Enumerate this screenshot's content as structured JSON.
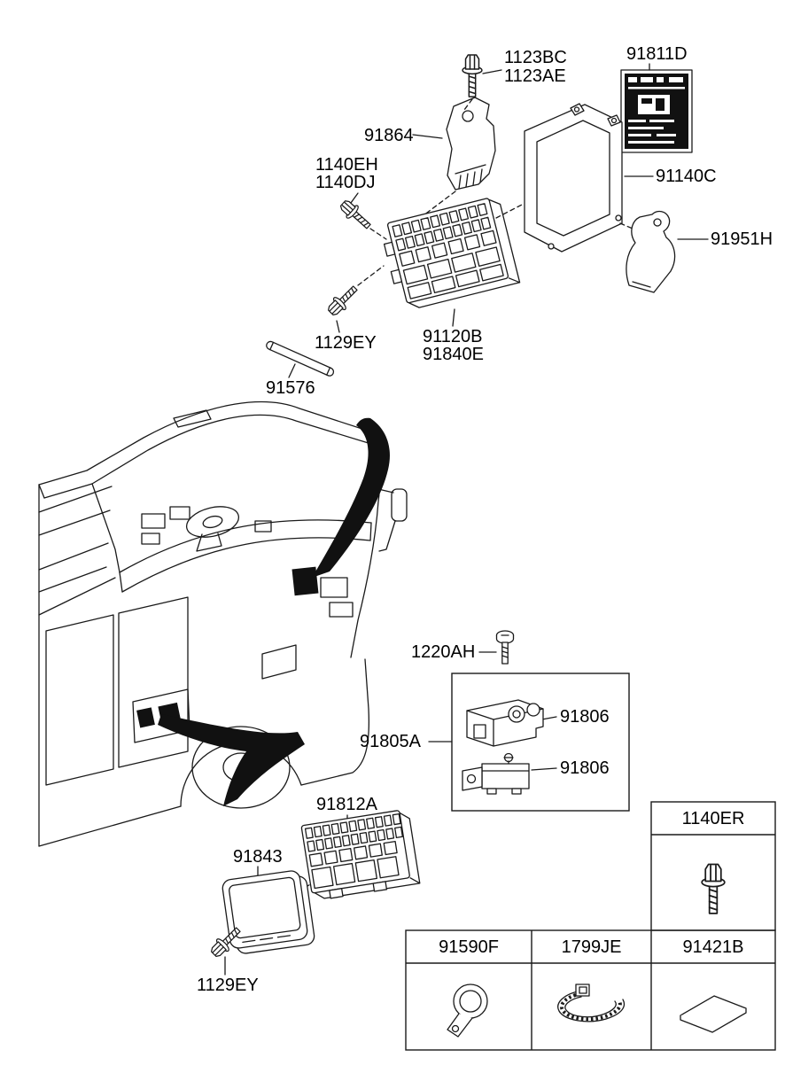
{
  "colors": {
    "line": "#1a1a1a",
    "fill_black": "#111111",
    "background": "#ffffff"
  },
  "callouts": {
    "bolt_1123bc": "1123BC",
    "bolt_1123ae": "1123AE",
    "sticker_91811d": "91811D",
    "bracket_91864": "91864",
    "bolt_1140eh": "1140EH",
    "bolt_1140dj": "1140DJ",
    "bracket_91140c": "91140C",
    "bracket_91951h": "91951H",
    "fusebox_91120b": "91120B",
    "fusebox_91840e": "91840E",
    "bolt_1129ey_upper": "1129EY",
    "tube_91576": "91576",
    "screw_1220ah": "1220AH",
    "box_91805a": "91805A",
    "relay_91806_upper": "91806",
    "relay_91806_lower": "91806",
    "block_91812a": "91812A",
    "cover_91843": "91843",
    "bolt_1129ey_lower": "1129EY"
  },
  "table": {
    "col_1140er": "1140ER",
    "col_91590f": "91590F",
    "col_1799je": "1799JE",
    "col_91421b": "91421B"
  },
  "icons": {
    "table_1140er": "flange-bolt-icon",
    "table_91590f": "p-clamp-icon",
    "table_1799je": "cable-tie-icon",
    "table_91421b": "pad-icon"
  }
}
